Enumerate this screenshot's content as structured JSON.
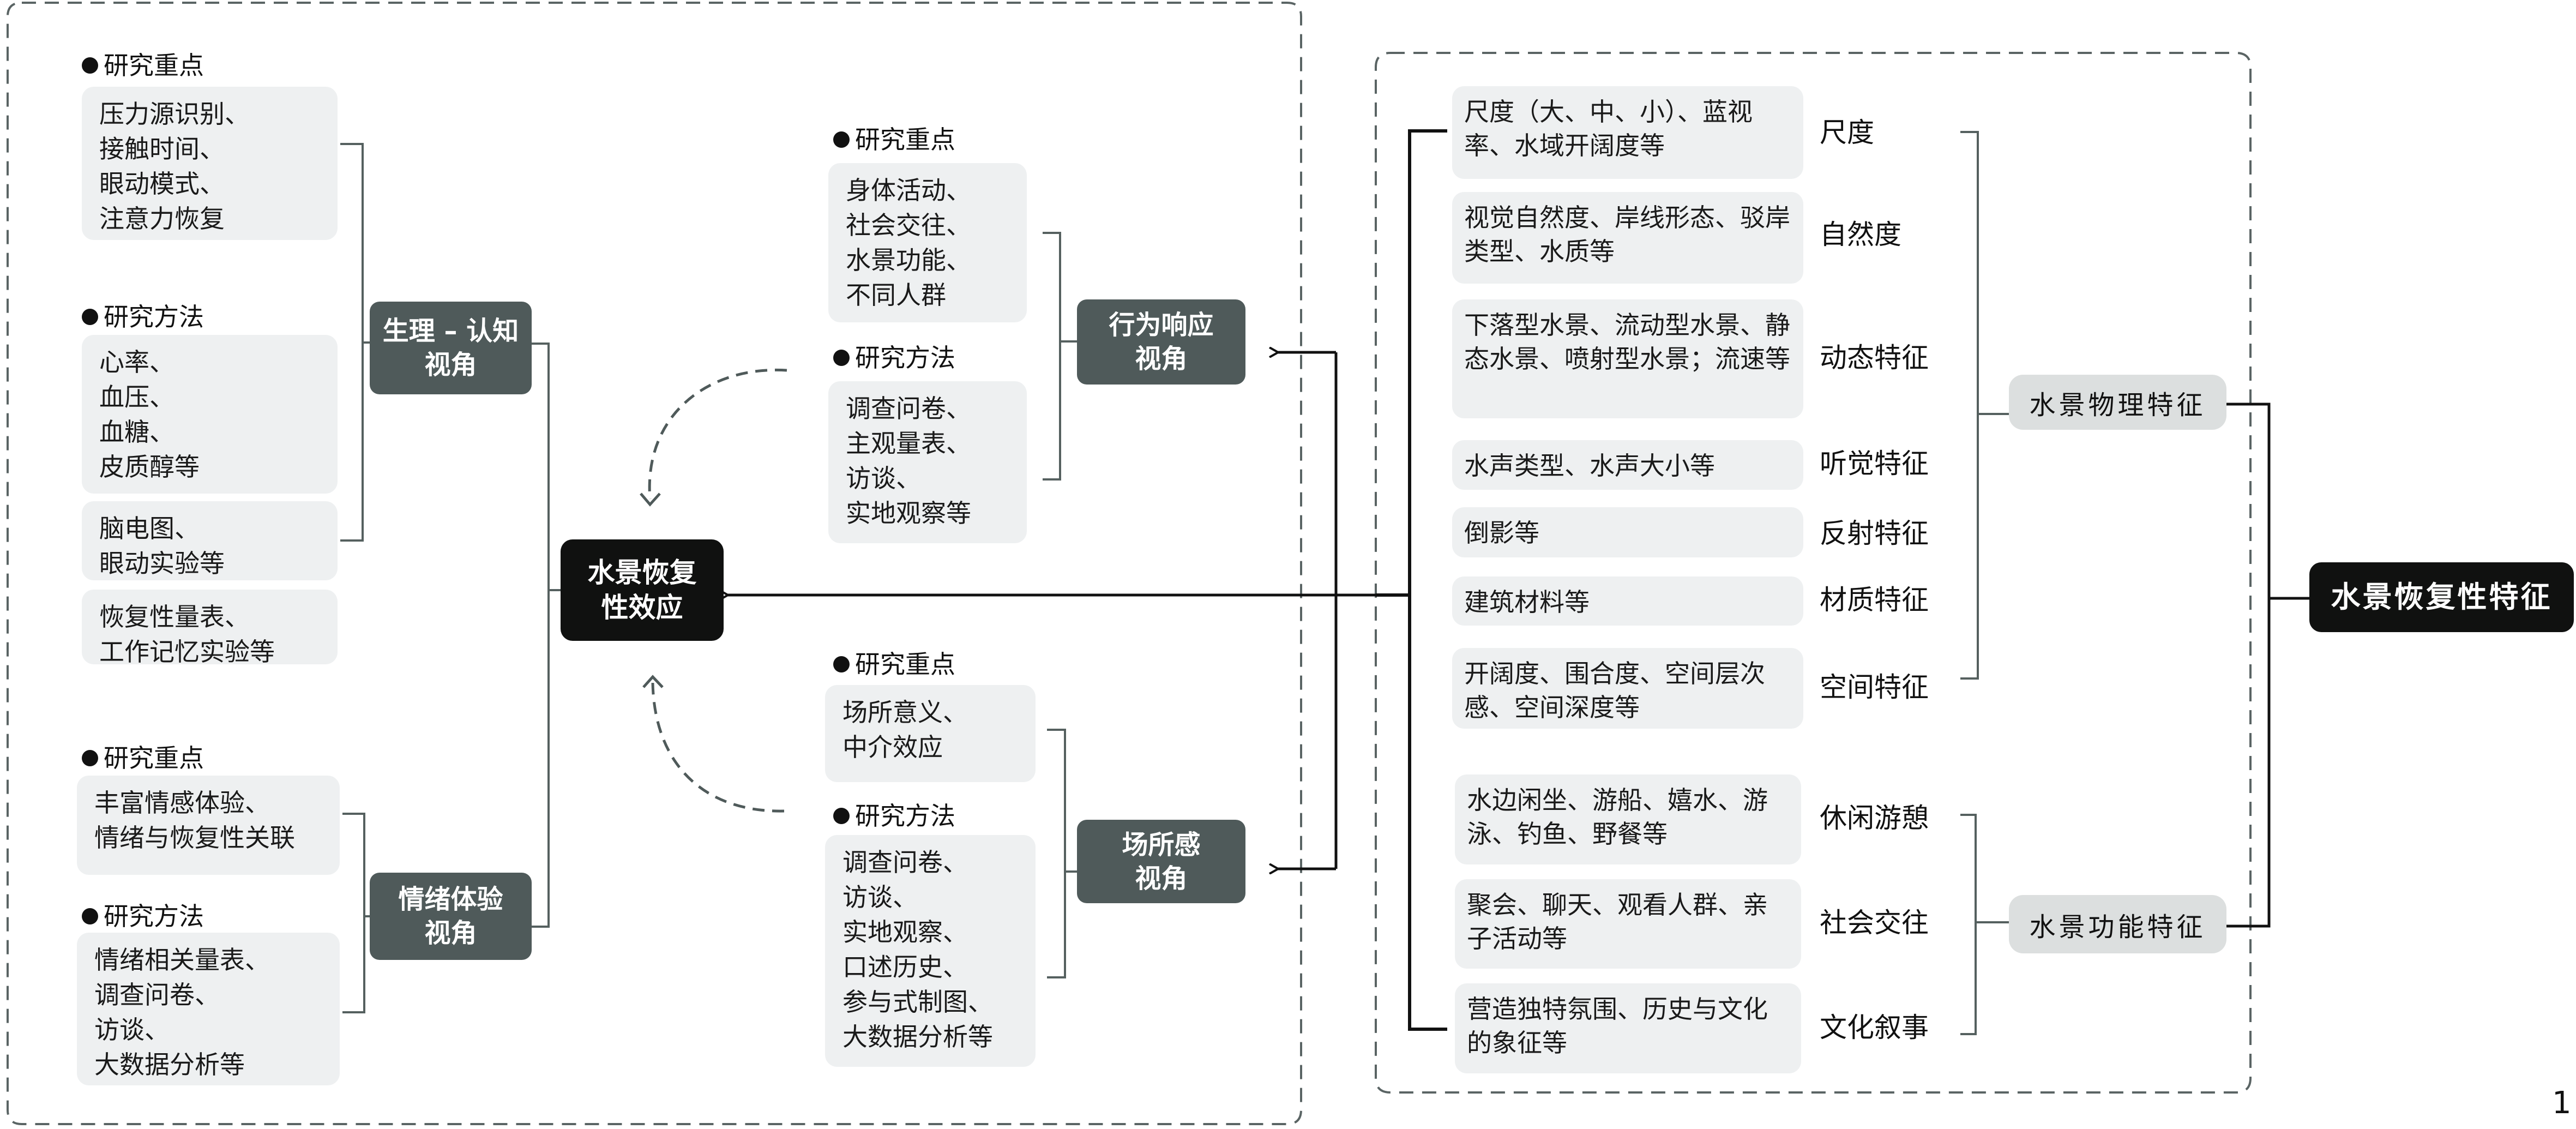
{
  "left_panel": {
    "physio": {
      "title": "生理 – 认知\n视角",
      "focus_heading": "研究重点",
      "focus_text": "压力源识别、\n接触时间、\n眼动模式、\n注意力恢复",
      "method_heading": "研究方法",
      "method_texts": [
        "心率、\n血压、\n血糖、\n皮质醇等",
        "脑电图、\n眼动实验等",
        "恢复性量表、\n工作记忆实验等"
      ]
    },
    "emotion": {
      "title": "情绪体验\n视角",
      "focus_heading": "研究重点",
      "focus_text": "丰富情感体验、\n情绪与恢复性关联",
      "method_heading": "研究方法",
      "method_text": "情绪相关量表、\n调查问卷、\n访谈、\n大数据分析等"
    },
    "center": {
      "title": "水景恢复\n性效应"
    },
    "behavior": {
      "title": "行为响应\n视角",
      "focus_heading": "研究重点",
      "focus_text": "身体活动、\n社会交往、\n水景功能、\n不同人群",
      "method_heading": "研究方法",
      "method_text": "调查问卷、\n主观量表、\n访谈、\n实地观察等"
    },
    "place": {
      "title": "场所感\n视角",
      "focus_heading": "研究重点",
      "focus_text": "场所意义、\n中介效应",
      "method_heading": "研究方法",
      "method_text": "调查问卷、\n访谈、\n实地观察、\n口述历史、\n参与式制图、\n大数据分析等"
    }
  },
  "right_panel": {
    "root": "水景恢复性特征",
    "physical": {
      "title": "水景物理特征",
      "items": [
        {
          "desc": "尺度（大、中、小）、蓝视率、水域开阔度等",
          "label": "尺度"
        },
        {
          "desc": "视觉自然度、岸线形态、驳岸类型、水质等",
          "label": "自然度"
        },
        {
          "desc": "下落型水景、流动型水景、静态水景、喷射型水景；流速等",
          "label": "动态特征"
        },
        {
          "desc": "水声类型、水声大小等",
          "label": "听觉特征"
        },
        {
          "desc": "倒影等",
          "label": "反射特征"
        },
        {
          "desc": "建筑材料等",
          "label": "材质特征"
        },
        {
          "desc": "开阔度、围合度、空间层次感、空间深度等",
          "label": "空间特征"
        }
      ]
    },
    "functional": {
      "title": "水景功能特征",
      "items": [
        {
          "desc": "水边闲坐、游船、嬉水、游泳、钓鱼、野餐等",
          "label": "休闲游憩"
        },
        {
          "desc": "聚会、聊天、观看人群、亲子活动等",
          "label": "社会交往"
        },
        {
          "desc": "营造独特氛围、历史与文化的象征等",
          "label": "文化叙事"
        }
      ]
    }
  },
  "page_number": "1",
  "colors": {
    "dark_node": "#4f5a5a",
    "black_node": "#101110",
    "light_node": "#dcdfdf",
    "box_fill": "#eef0f1",
    "line": "#55605f"
  }
}
